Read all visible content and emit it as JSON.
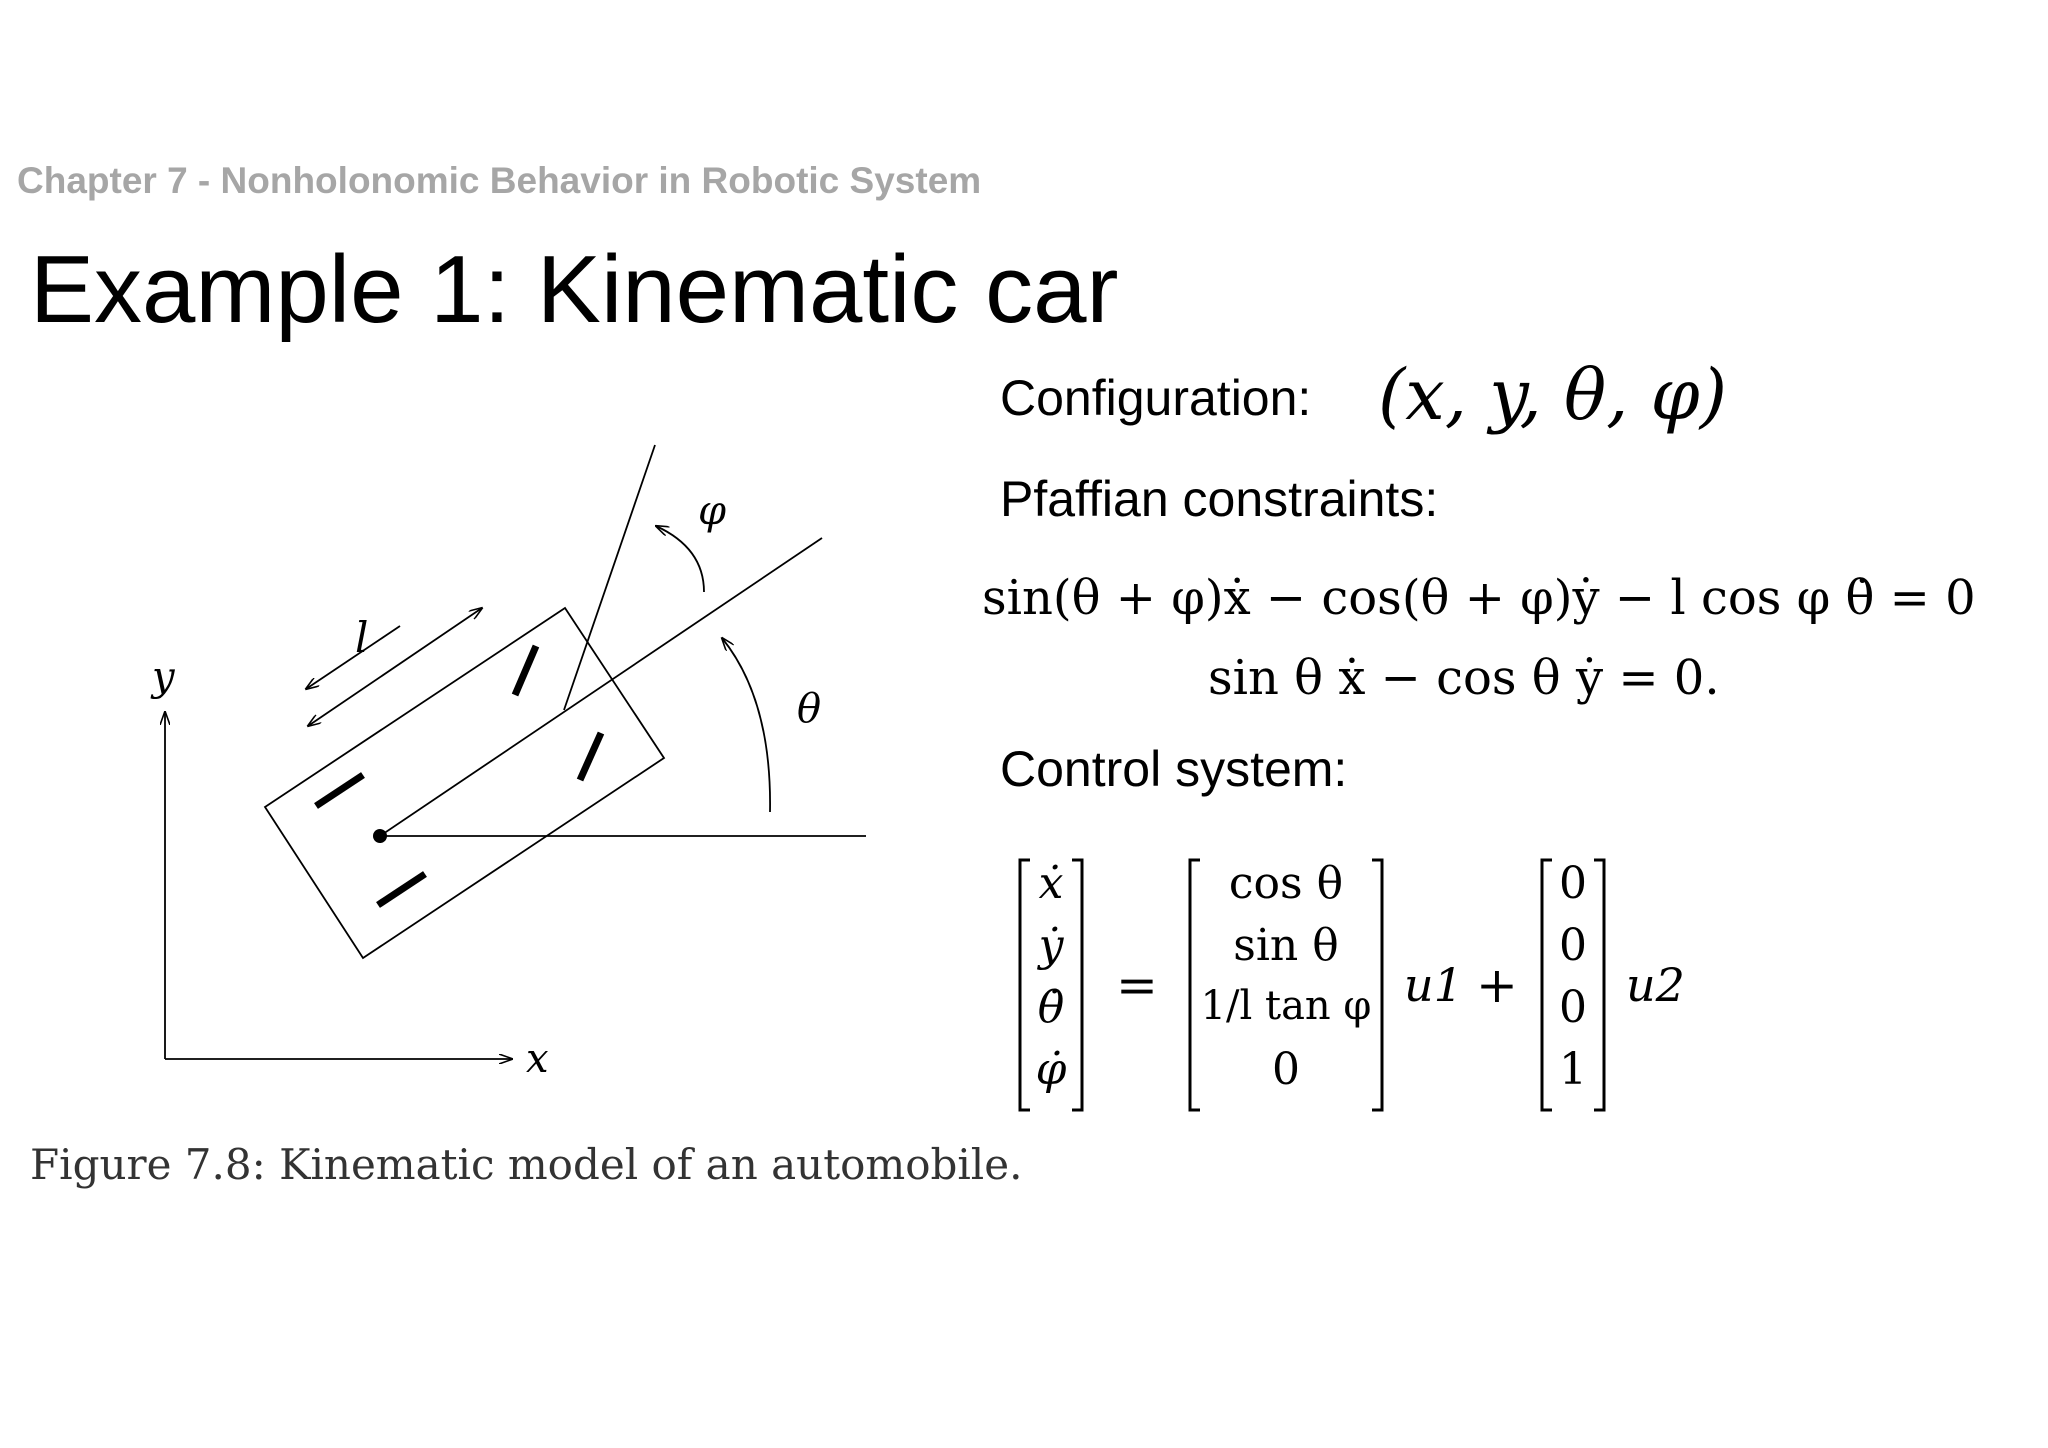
{
  "header": {
    "chapter": "Chapter 7 - Nonholonomic Behavior in Robotic System",
    "title": "Example 1: Kinematic car"
  },
  "figure": {
    "label_y": "y",
    "label_x": "x",
    "label_l": "l",
    "label_phi": "φ",
    "label_theta": "θ",
    "caption": "Figure 7.8: Kinematic model of an automobile."
  },
  "configuration": {
    "label": "Configuration:",
    "tuple": "(x, y, θ, φ)"
  },
  "pfaffian": {
    "label": "Pfaffian constraints:",
    "eq1": "sin(θ + φ)ẋ − cos(θ + φ)ẏ − l cos φ θ̇ = 0",
    "eq2": "sin θ ẋ − cos θ ẏ = 0."
  },
  "control": {
    "label": "Control system:",
    "lhs": [
      "ẋ",
      "ẏ",
      "θ̇",
      "φ̇"
    ],
    "equals": "=",
    "g1": [
      "cos θ",
      "sin θ",
      "1/l tan φ",
      "0"
    ],
    "u1": "u1",
    "plus": "+",
    "g2": [
      "0",
      "0",
      "0",
      "1"
    ],
    "u2": "u2"
  }
}
